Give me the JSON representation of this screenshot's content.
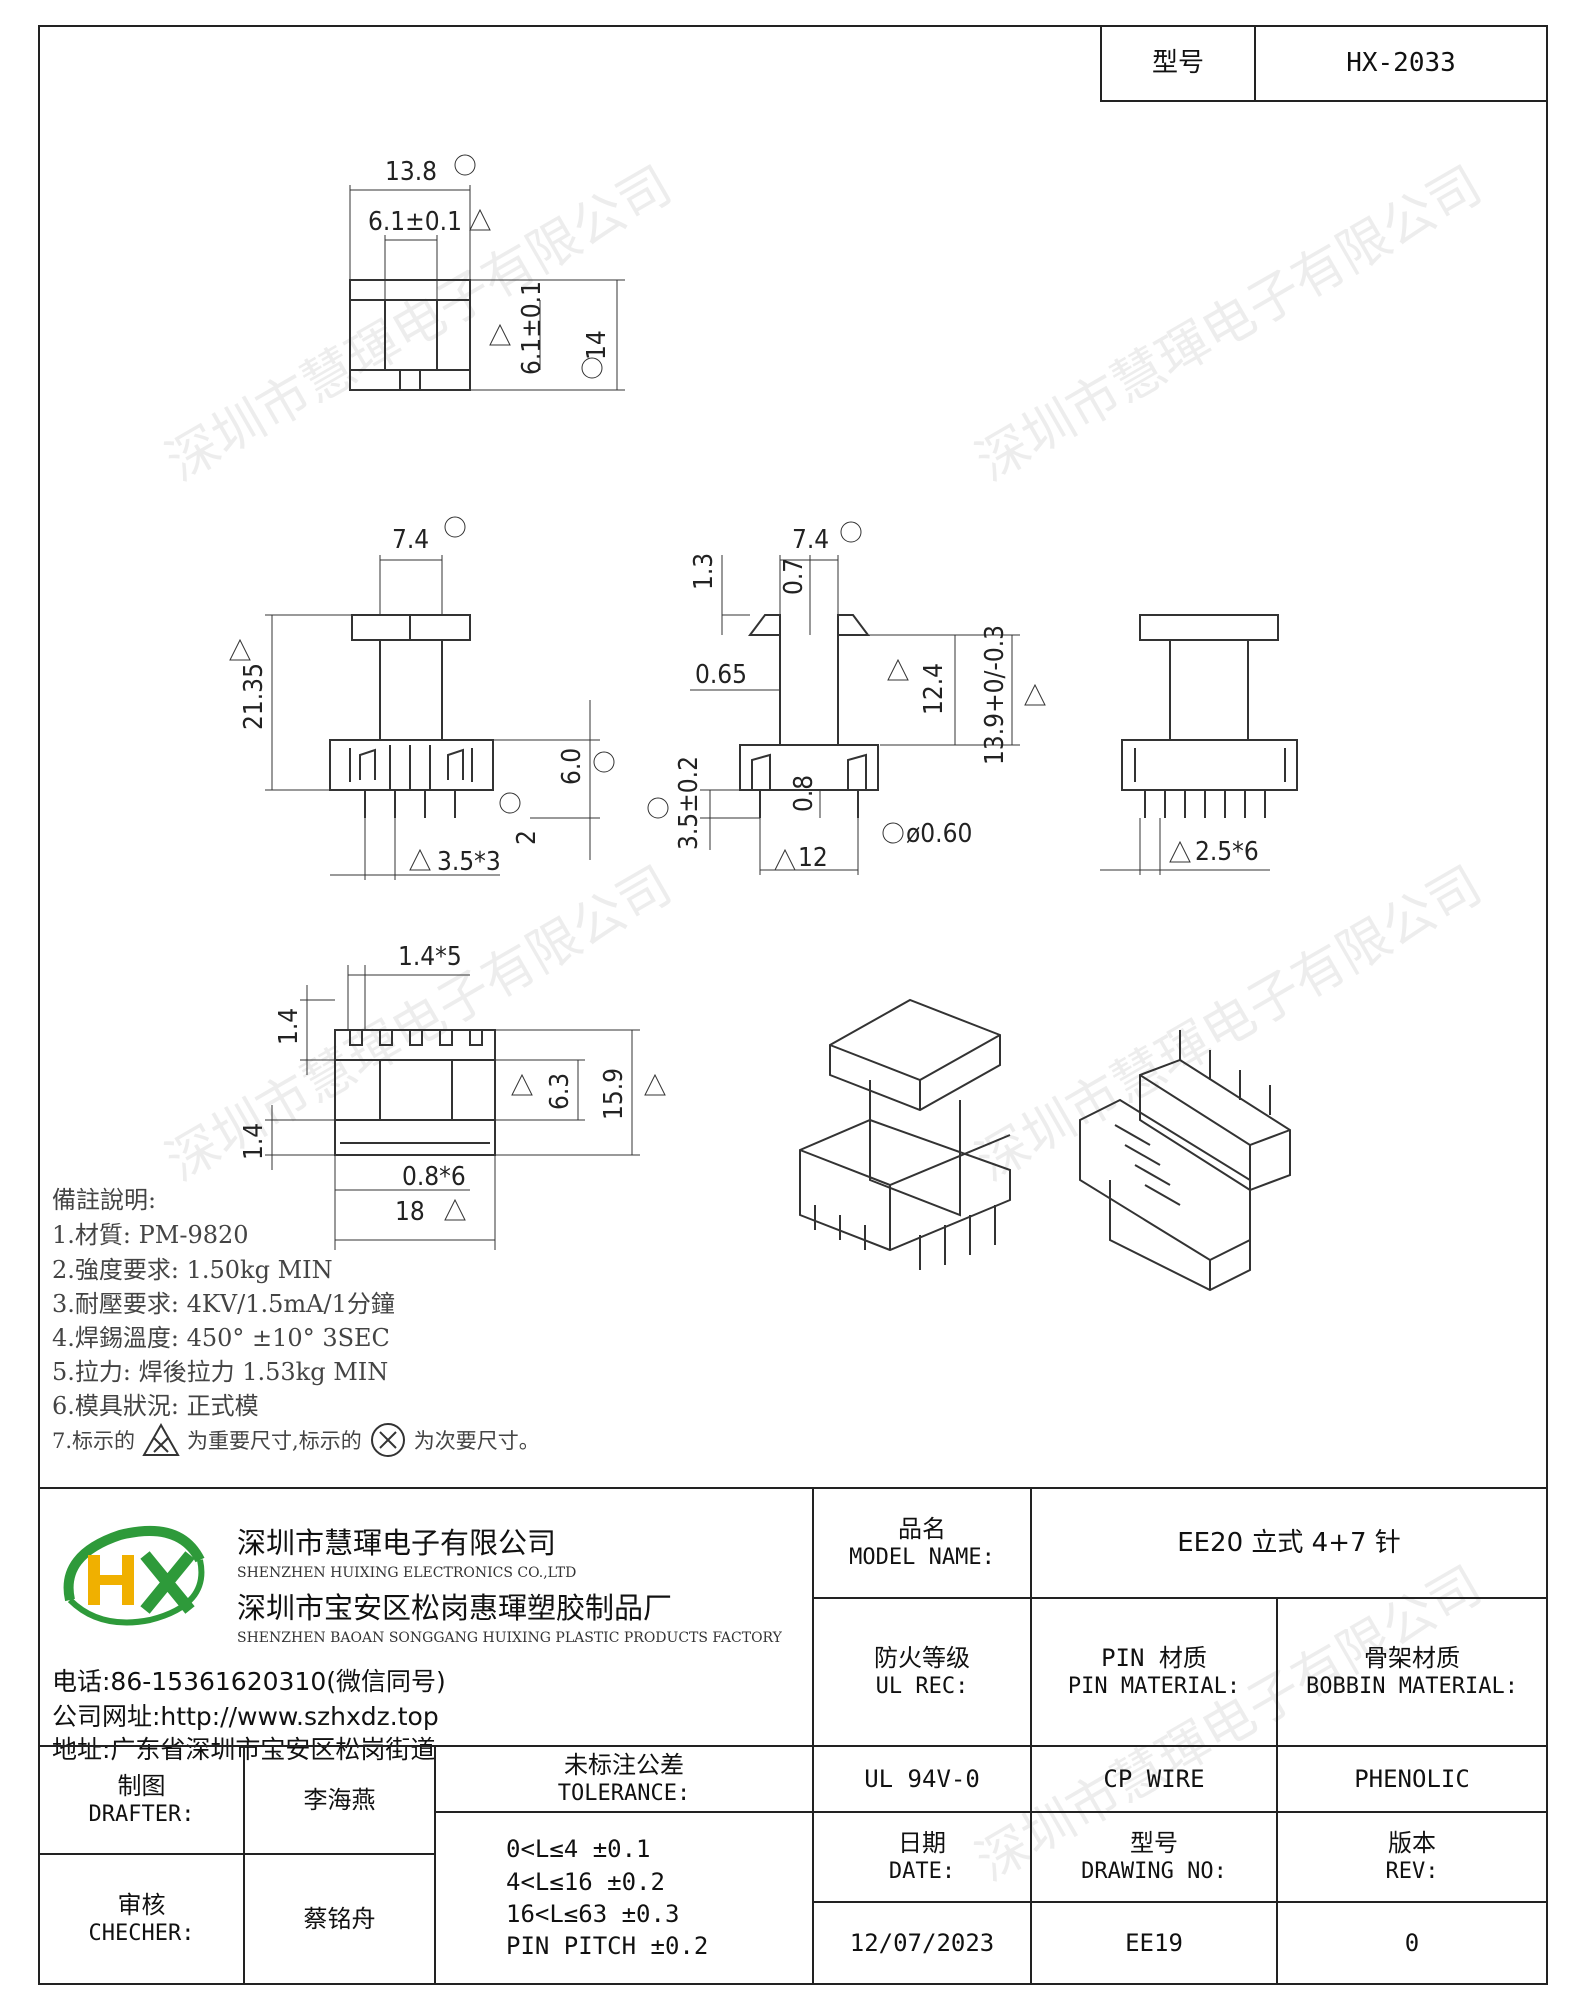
{
  "header": {
    "model_label": "型号",
    "model_value": "HX-2033"
  },
  "dimensions": {
    "top_width": "13.8",
    "top_inner": "6.1±0.1",
    "top_side": "6.1±0.1",
    "top_height": "14",
    "front_top": "7.4",
    "front_height": "21.35",
    "front_base": "6.0",
    "front_pin": "2",
    "front_pitch": "3.5*3",
    "side_top": "7.4",
    "side_1_3": "1.3",
    "side_0_7": "0.7",
    "side_0_65": "0.65",
    "side_12_4": "12.4",
    "side_13_9": "13.9+0/-0.3",
    "side_3_5": "3.5±0.2",
    "side_0_8": "0.8",
    "side_12": "12",
    "side_pin_dia": "ø0.60",
    "back_pitch": "2.5*6",
    "bottom_pitch": "1.4*5",
    "bottom_1_4a": "1.4",
    "bottom_1_4b": "1.4",
    "bottom_6_3": "6.3",
    "bottom_15_9": "15.9",
    "bottom_0_8": "0.8*6",
    "bottom_18": "18"
  },
  "notes": {
    "title": "備註說明:",
    "items": [
      "1.材質: PM-9820",
      "2.強度要求: 1.50kg MIN",
      "3.耐壓要求: 4KV/1.5mA/1分鐘",
      "4.焊錫溫度: 450° ±10°  3SEC",
      "5.拉力: 焊後拉力 1.53kg MIN",
      "6.模具狀況: 正式模"
    ],
    "legend_a": "7.标示的",
    "legend_b": "为重要尺寸,标示的",
    "legend_c": "为次要尺寸。"
  },
  "company": {
    "logo_text": "HX",
    "name_cn": "深圳市慧琿电子有限公司",
    "name_en": "SHENZHEN HUIXING ELECTRONICS CO.,LTD",
    "factory_cn": "深圳市宝安区松岗惠琿塑胶制品厂",
    "factory_en": "SHENZHEN BAOAN SONGGANG HUIXING PLASTIC PRODUCTS FACTORY",
    "phone": "电话:86-15361620310(微信同号)",
    "website": "公司网址:http://www.szhxdz.top",
    "address": "地址:广东省深圳市宝安区松岗街道",
    "watermark": "深圳市慧琿电子有限公司"
  },
  "title_block": {
    "model_name_label_cn": "品名",
    "model_name_label_en": "MODEL NAME:",
    "model_name_value": "EE20 立式 4+7 针",
    "ul_label_cn": "防火等级",
    "ul_label_en": "UL REC:",
    "pin_label_cn": "PIN 材质",
    "pin_label_en": "PIN MATERIAL:",
    "bobbin_label_cn": "骨架材质",
    "bobbin_label_en": "BOBBIN MATERIAL:",
    "ul_value": "UL 94V-0",
    "pin_value": "CP WIRE",
    "bobbin_value": "PHENOLIC",
    "drafter_cn": "制图",
    "drafter_en": "DRAFTER:",
    "drafter_name": "李海燕",
    "checker_cn": "审核",
    "checker_en": "CHECHER:",
    "checker_name": "蔡铭舟",
    "tolerance_cn": "未标注公差",
    "tolerance_en": "TOLERANCE:",
    "tolerance_lines": [
      "0<L≤4  ±0.1",
      "4<L≤16 ±0.2",
      "16<L≤63 ±0.3",
      "PIN PITCH ±0.2"
    ],
    "date_cn": "日期",
    "date_en": "DATE:",
    "date_value": "12/07/2023",
    "drawing_cn": "型号",
    "drawing_en": "DRAWING NO:",
    "drawing_value": "EE19",
    "rev_cn": "版本",
    "rev_en": "REV:",
    "rev_value": "0"
  }
}
